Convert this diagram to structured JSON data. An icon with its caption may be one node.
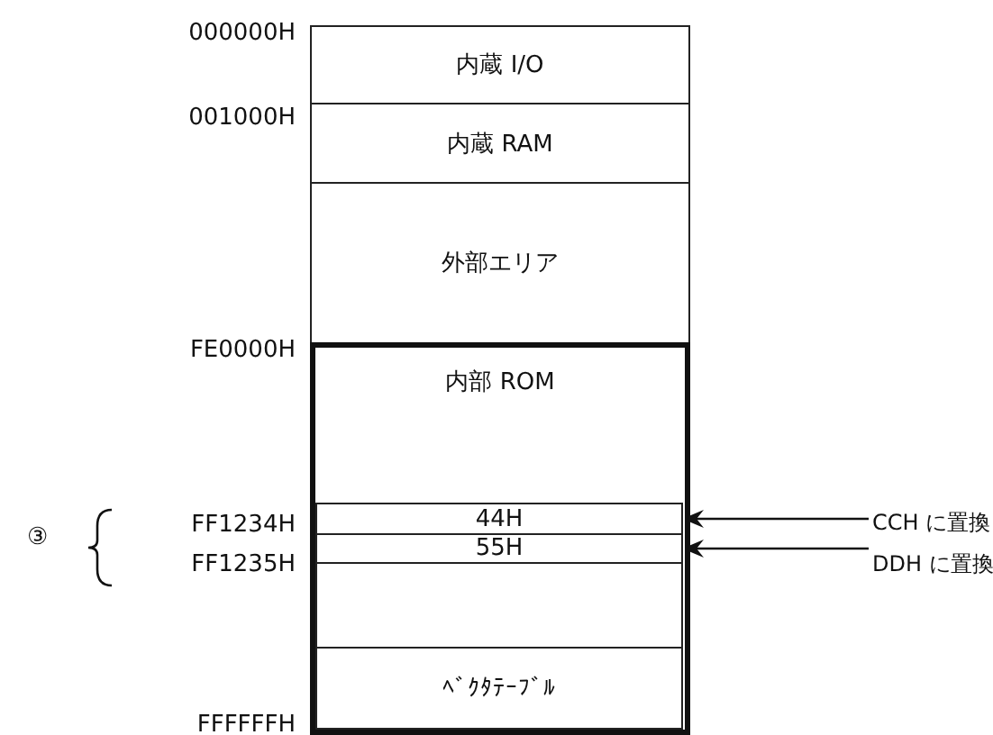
{
  "diagram": {
    "nodes": [
      {
        "text": [
          "内蔵 I/O"
        ]
      },
      {
        "text": [
          "内蔵 RAM"
        ]
      },
      {
        "text": [
          "外部エリア"
        ]
      },
      {
        "text": [
          "内部 ROM"
        ]
      },
      {
        "text": [
          "44H"
        ],
        "in": 3
      },
      {
        "text": [
          "55H"
        ],
        "in": 3
      },
      {
        "text": [],
        "shape": "box",
        "in": 3
      },
      {
        "text": [
          "ﾍﾞｸﾀﾃｰﾌﾞﾙ"
        ],
        "in": 3
      },
      {
        "text": [
          "CCH に置換"
        ]
      },
      {
        "text": [
          "DDH に置換"
        ]
      }
    ],
    "edges": [
      {
        "from": 8,
        "to": 4,
        "arrow": "to"
      },
      {
        "from": 9,
        "to": 5,
        "arrow": "to"
      }
    ],
    "labels": [
      "000000H",
      "001000H",
      "FE0000H",
      "③",
      "FF1234H",
      "FF1235H",
      "FFFFFFH"
    ]
  }
}
